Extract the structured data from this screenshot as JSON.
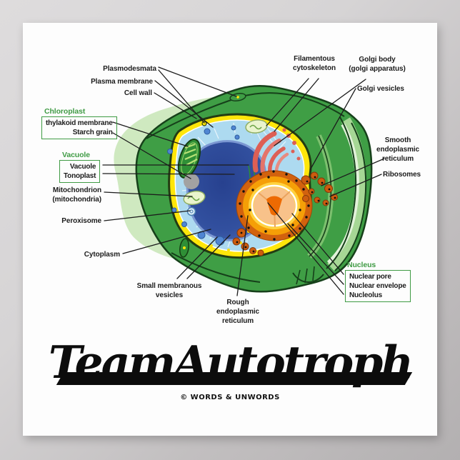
{
  "poster": {
    "title_word1": "Team",
    "title_word2": "Autotroph",
    "credit": "© WORDS & UNWORDS"
  },
  "labels": {
    "plasmodesmata": "Plasmodesmata",
    "plasma_membrane": "Plasma membrane",
    "cell_wall": "Cell wall",
    "chloroplast_header": "Chloroplast",
    "thylakoid_membrane": "thylakoid membrane",
    "starch_grain": "Starch grain",
    "vacuole_header": "Vacuole",
    "vacuole": "Vacuole",
    "tonoplast": "Tonoplast",
    "mitochondrion": "Mitochondrion\n(mitochondria)",
    "peroxisome": "Peroxisome",
    "cytoplasm": "Cytoplasm",
    "small_membranous_vesicles": "Small membranous\nvesicles",
    "rough_er": "Rough\nendoplasmic\nreticulum",
    "filamentous_cytoskeleton": "Filamentous\ncytoskeleton",
    "golgi_body": "Golgi body\n(golgi apparatus)",
    "golgi_vesicles": "Golgi vesicles",
    "smooth_er": "Smooth\nendoplasmic\nreticulum",
    "ribosomes": "Ribosomes",
    "nucleus_header": "Nucleus",
    "nuclear_pore": "Nuclear pore",
    "nuclear_envelope": "Nuclear envelope",
    "nucleolus": "Nucleolus"
  },
  "colors": {
    "header_green": "#3f9b44",
    "cell_green": "#3f9e45",
    "cell_outline": "#16401a",
    "membrane_yellow": "#ffe60a",
    "cytoplasm_blue": "#addaf0",
    "vacuole_blue": "#2c4796",
    "nucleus_orange": "#d2620e",
    "nucleus_core": "#ed6a02",
    "golgi_red": "#dd5f55",
    "title_black": "#0c0c0c",
    "background_gray": "#c2bfc0",
    "poster_white": "#fdfdfd"
  }
}
